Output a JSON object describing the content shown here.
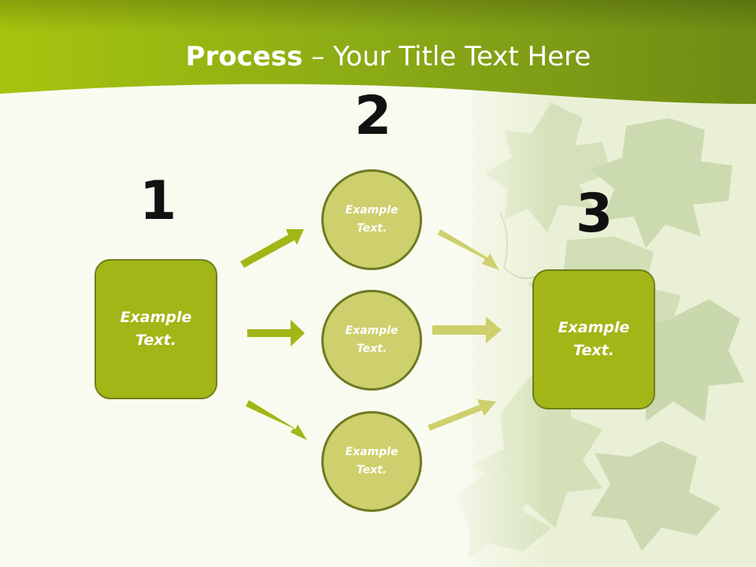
{
  "title": {
    "bold": "Process",
    "dash": " – ",
    "rest": "Your Title Text Here"
  },
  "steps": [
    {
      "number": "1",
      "line1": "Example",
      "line2": "Text."
    },
    {
      "number": "2",
      "line1": "Example",
      "line2": "Text."
    },
    {
      "number": "3",
      "line1": "Example",
      "line2": "Text."
    }
  ],
  "circles": [
    {
      "line1": "Example",
      "line2": "Text."
    },
    {
      "line1": "Example",
      "line2": "Text."
    },
    {
      "line1": "Example",
      "line2": "Text."
    }
  ],
  "colors": {
    "header": "#93b214",
    "box": "#a2b617",
    "circle": "#cdd06c",
    "arrow_left": "#a2b617",
    "arrow_right": "#cdd06c",
    "background": "#f9fbf0"
  }
}
